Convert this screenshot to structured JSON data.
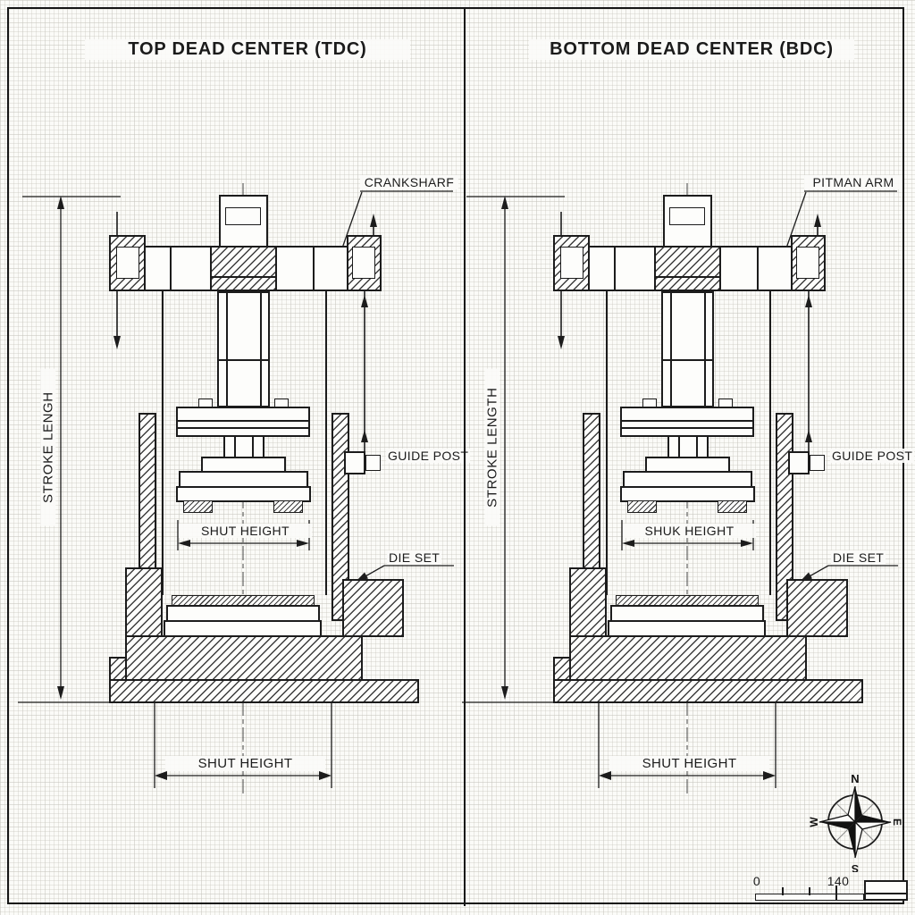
{
  "panels": [
    {
      "title": "TOP DEAD CENTER (TDC)",
      "stroke_label": "STROKE LENGH",
      "top_part_label": "CRANKSHARF",
      "guide_post_label": "GUIDE POST",
      "die_set_label": "DIE SET",
      "shut_height_inner": "SHUT HEIGHT",
      "shut_height_bottom": "SHUT HEIGHT"
    },
    {
      "title": "BOTTOM DEAD CENTER (BDC)",
      "stroke_label": "STROKE LENGTH",
      "top_part_label": "PITMAN ARM",
      "guide_post_label": "GUIDE POST",
      "die_set_label": "DIE SET",
      "shut_height_inner": "SHUK HEIGHT",
      "shut_height_bottom": "SHUT HEIGHT"
    }
  ],
  "compass": {
    "north": "N",
    "east": "E",
    "south": "S",
    "west": "W"
  },
  "scale_bar": {
    "start": "0",
    "end": "140"
  },
  "colors": {
    "line": "#1c1c1c",
    "paper": "#fbfbf8"
  }
}
